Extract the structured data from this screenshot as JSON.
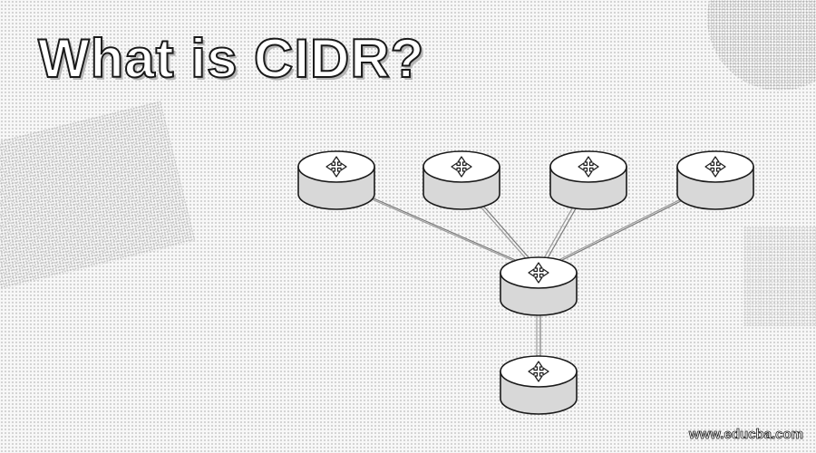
{
  "title": "What is CIDR?",
  "watermark": "www.educba.com",
  "colors": {
    "background": "#f7f7f7",
    "router_top": "#ffffff",
    "router_side": "#d8d8d8",
    "stroke": "#1a1a1a",
    "link": "#7a7a7a"
  },
  "icons": {
    "router": "router-icon"
  },
  "network": {
    "routers": [
      {
        "id": "router-top-1",
        "tier": "edge"
      },
      {
        "id": "router-top-2",
        "tier": "edge"
      },
      {
        "id": "router-top-3",
        "tier": "edge"
      },
      {
        "id": "router-top-4",
        "tier": "edge"
      },
      {
        "id": "router-hub",
        "tier": "aggregation"
      },
      {
        "id": "router-bottom",
        "tier": "upstream"
      }
    ],
    "links": [
      [
        "router-top-1",
        "router-hub"
      ],
      [
        "router-top-2",
        "router-hub"
      ],
      [
        "router-top-3",
        "router-hub"
      ],
      [
        "router-top-4",
        "router-hub"
      ],
      [
        "router-hub",
        "router-bottom"
      ]
    ]
  }
}
